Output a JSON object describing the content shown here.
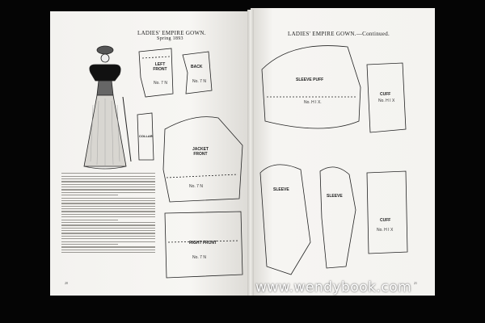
{
  "left_page": {
    "header_title": "LADIES' EMPIRE GOWN.",
    "header_sub": "Spring 1893",
    "pattern_labels": {
      "left_front": "LEFT FRONT",
      "left_front_no": "No. 7 N",
      "back": "BACK",
      "back_no": "No. 7 N",
      "jacket_front": "JACKET FRONT",
      "jacket_front_no": "No. 7 N",
      "right_front": "RIGHT FRONT",
      "right_front_no": "No. 7 N",
      "collar": "COLLAR"
    },
    "page_number": "20"
  },
  "right_page": {
    "header_title": "LADIES' EMPIRE GOWN.—Continued.",
    "pattern_labels": {
      "sleeve_puff": "SLEEVE PUFF",
      "sleeve_puff_no": "No. H I X.",
      "cuff_top": "CUFF",
      "cuff_top_no": "No. H I X",
      "sleeve_1": "SLEEVE",
      "sleeve_2": "SLEEVE",
      "cuff_bottom": "CUFF",
      "cuff_bottom_no": "No. H I X"
    },
    "page_number": "21"
  },
  "watermark": "www.wendybook.com"
}
